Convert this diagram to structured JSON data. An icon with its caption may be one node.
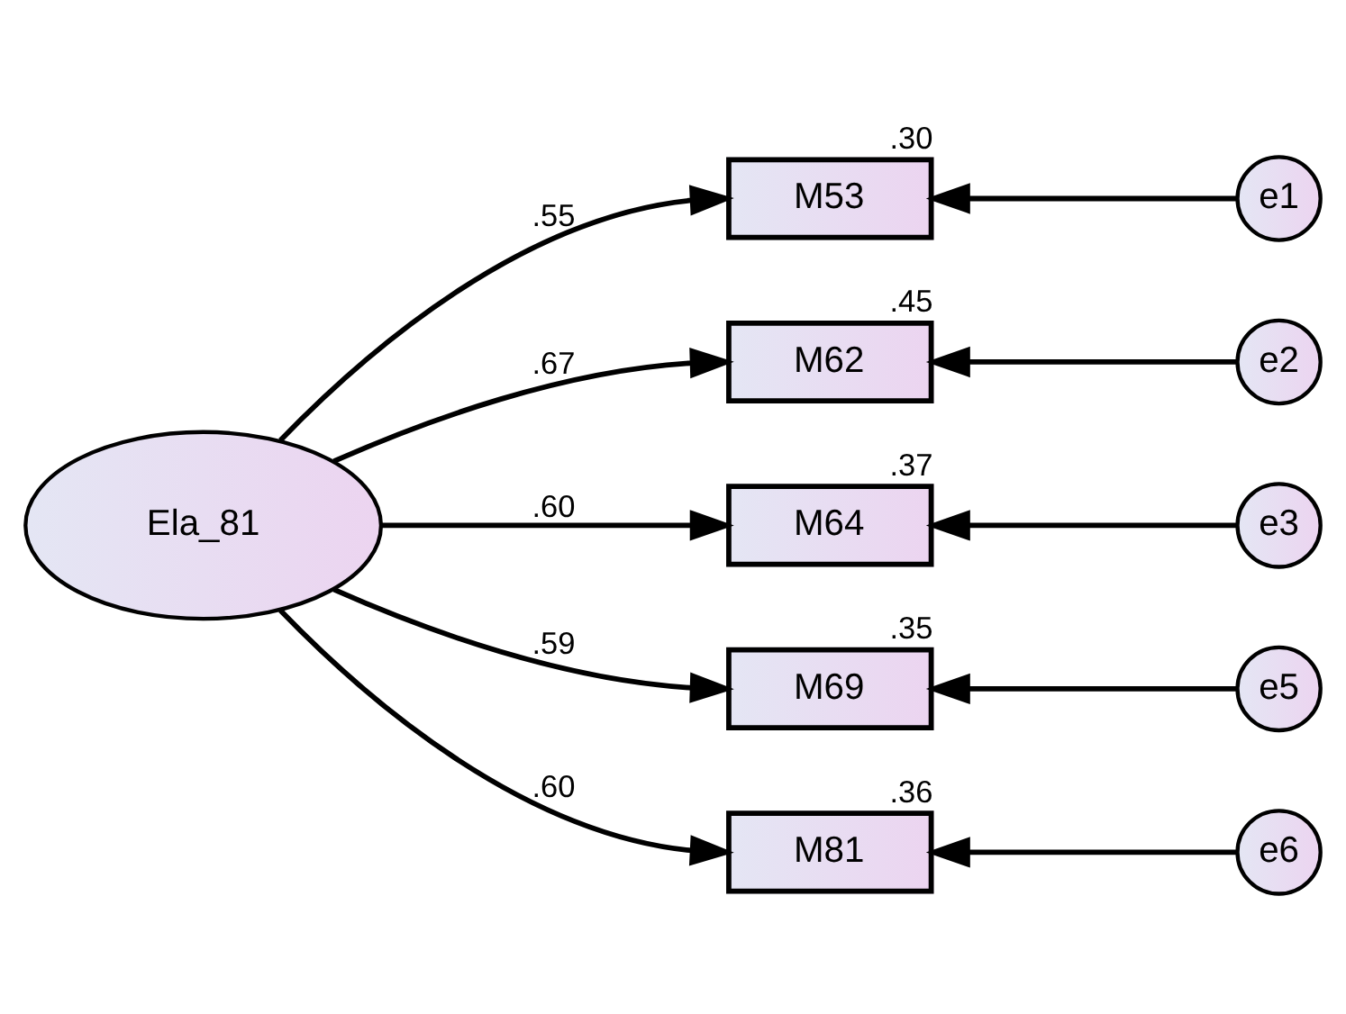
{
  "diagram": {
    "nodes": [
      {
        "text": [
          "Ela_81"
        ]
      },
      {
        "text": [
          "M53"
        ],
        "beside": [
          ".30"
        ]
      },
      {
        "text": [
          "M62"
        ],
        "beside": [
          ".45"
        ]
      },
      {
        "text": [
          "M64"
        ],
        "beside": [
          ".37"
        ]
      },
      {
        "text": [
          "M69"
        ],
        "beside": [
          ".35"
        ]
      },
      {
        "text": [
          "M81"
        ],
        "beside": [
          ".36"
        ]
      },
      {
        "text": [
          "e1"
        ]
      },
      {
        "text": [
          "e2"
        ]
      },
      {
        "text": [
          "e3"
        ]
      },
      {
        "text": [
          "e5"
        ]
      },
      {
        "text": [
          "e6"
        ]
      }
    ],
    "edges": [
      {
        "from": 0,
        "to": 1,
        "arrow": "to",
        "label": ".55"
      },
      {
        "from": 0,
        "to": 2,
        "arrow": "to",
        "label": ".67"
      },
      {
        "from": 0,
        "to": 3,
        "arrow": "to",
        "label": ".60"
      },
      {
        "from": 0,
        "to": 4,
        "arrow": "to",
        "label": ".59"
      },
      {
        "from": 0,
        "to": 5,
        "arrow": "to",
        "label": ".60"
      },
      {
        "from": 6,
        "to": 1,
        "arrow": "to"
      },
      {
        "from": 7,
        "to": 2,
        "arrow": "to"
      },
      {
        "from": 8,
        "to": 3,
        "arrow": "to"
      },
      {
        "from": 9,
        "to": 4,
        "arrow": "to"
      },
      {
        "from": 10,
        "to": 5,
        "arrow": "to"
      }
    ]
  }
}
